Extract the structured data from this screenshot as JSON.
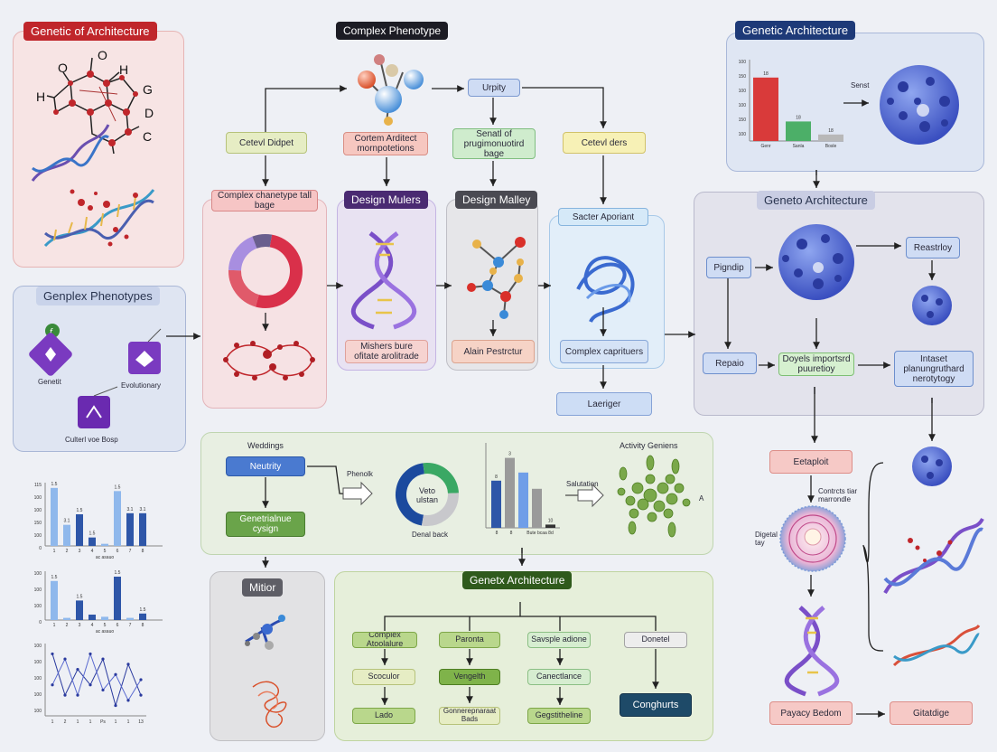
{
  "titles": {
    "top_left": "Genetic of Architecture",
    "complex_phenotype": "Complex Phenotype",
    "top_right": "Genetic Architecture",
    "left_mid": "Genplex Phenotypes",
    "right_mid": "Geneto Architecture",
    "bottom_center": "Genetx Architecture",
    "design_mulers": "Design Mulers",
    "design_malley": "Design Malley",
    "mitior": "Mitior"
  },
  "molecule_letters": [
    "O",
    "O",
    "H",
    "H",
    "G",
    "D",
    "C"
  ],
  "top_flow": {
    "cetevl_didpet": "Cetevl Didpet",
    "cortem": "Cortem Arditect mornpotetions",
    "urpity": "Urpity",
    "senati": "Senatl of prugimonuotird bage",
    "cetevl_ders": "Cetevl ders",
    "complex_chanetype": "Complex chanetype tall bage",
    "sacter": "Sacter Aporiant",
    "mishers": "Mishers bure ofitate arolitrade",
    "alain": "Alain Pestrctur",
    "complex_caprituers": "Complex caprituers",
    "laeriger": "Laeriger"
  },
  "left_mid": {
    "genetit": "Genetit",
    "evolutionary": "Evolutionary",
    "culterl": "Culterl voe Bosp"
  },
  "right_mid": {
    "pigndip": "Pigndip",
    "reastrloy": "Reastrloy",
    "repaio": "Repaio",
    "doyels": "Doyels importsrd puuretioy",
    "intaset": "Intaset planungruthard nerotytogy"
  },
  "top_right_chart": {
    "legend": "Senst",
    "ytick": [
      "100",
      "150",
      "100",
      "100",
      "150",
      "100"
    ],
    "bars": [
      {
        "label": "Genr",
        "value": 78,
        "color": "#d93a3a",
        "tag": "18"
      },
      {
        "label": "Sanla",
        "value": 24,
        "color": "#4caf68",
        "tag": "18"
      },
      {
        "label": "Bosle",
        "value": 8,
        "color": "#b8b8b8",
        "tag": "18"
      }
    ]
  },
  "bottom_left_charts": {
    "bar1_yt": [
      "115",
      "100",
      "100",
      "150",
      "100",
      "0"
    ],
    "bar1_values": [
      {
        "v": 55,
        "c": "#8fb8ec",
        "t": "1.5"
      },
      {
        "v": 20,
        "c": "#8fb8ec",
        "t": "3.1"
      },
      {
        "v": 30,
        "c": "#2e56a8",
        "t": "1.5"
      },
      {
        "v": 8,
        "c": "#2e56a8",
        "t": "1.5"
      },
      {
        "v": 2,
        "c": "#8fb8ec",
        "t": ""
      },
      {
        "v": 52,
        "c": "#8fb8ec",
        "t": "1.5"
      },
      {
        "v": 31,
        "c": "#2e56a8",
        "t": "3.1"
      },
      {
        "v": 31,
        "c": "#2e56a8",
        "t": "3.1"
      }
    ],
    "bar1_caption": "ac asauo",
    "bar2_yt": [
      "100",
      "100",
      "100",
      "0"
    ],
    "bar2_values": [
      {
        "v": 36,
        "c": "#8fb8ec",
        "t": "1.5"
      },
      {
        "v": 2,
        "c": "#8fb8ec",
        "t": ""
      },
      {
        "v": 18,
        "c": "#2e56a8",
        "t": "1.5"
      },
      {
        "v": 5,
        "c": "#2e56a8",
        "t": ""
      },
      {
        "v": 3,
        "c": "#8fb8ec",
        "t": ""
      },
      {
        "v": 40,
        "c": "#2e56a8",
        "t": "1.5"
      },
      {
        "v": 2,
        "c": "#8fb8ec",
        "t": ""
      },
      {
        "v": 6,
        "c": "#2e56a8",
        "t": "1.5"
      }
    ],
    "bar2_caption": "ac asauo",
    "line_yt": [
      "100",
      "100",
      "100",
      "100",
      "100"
    ],
    "line_x": [
      "1",
      "2",
      "1",
      "1",
      "Ps",
      "1",
      "1",
      "13"
    ],
    "line_series": [
      {
        "points": [
          [
            0,
            60
          ],
          [
            1,
            20
          ],
          [
            2,
            45
          ],
          [
            3,
            30
          ],
          [
            4,
            55
          ],
          [
            5,
            10
          ],
          [
            6,
            50
          ],
          [
            7,
            20
          ]
        ]
      },
      {
        "points": [
          [
            0,
            30
          ],
          [
            1,
            55
          ],
          [
            2,
            20
          ],
          [
            3,
            60
          ],
          [
            4,
            25
          ],
          [
            5,
            40
          ],
          [
            6,
            15
          ],
          [
            7,
            35
          ]
        ]
      }
    ]
  },
  "middle_section": {
    "weddings": "Weddings",
    "neutrity": "Neutrity",
    "genetrialnue": "Genetrialnue cysign",
    "phenolk": "Phenolk",
    "donut_center": "Veto ulstan",
    "donut_label": "Denal back",
    "salutation": "Salutation",
    "activity": "Activity Geniens",
    "a_label": "A",
    "bars": [
      {
        "v": 58,
        "c": "#2e56a8",
        "t": "8"
      },
      {
        "v": 86,
        "c": "#9a9a9a",
        "t": "3"
      },
      {
        "v": 68,
        "c": "#6f9ee8",
        "t": ""
      },
      {
        "v": 48,
        "c": "#9a9a9a",
        "t": ""
      },
      {
        "v": 4,
        "c": "#333",
        "t": "10"
      }
    ],
    "bar_xt": [
      "8",
      "8",
      "Bute bcaa 8d"
    ]
  },
  "bottom_center": {
    "l1": "Complex Atoolalure",
    "l2": "Paronta",
    "l3": "Savsple adione",
    "l4": "Donetel",
    "m1": "Scoculor",
    "m2": "Vengelth",
    "m3": "Canectlance",
    "b1": "Lado",
    "b2": "Gonnerepnaraat Bads",
    "b3": "Gegstitheline",
    "b4": "Conghurts"
  },
  "right_bottom": {
    "eetaploit": "Eetaploit",
    "contrcts": "Contrcts tiar marrondle",
    "digetal": "Digetal tay",
    "payacy": "Payacy Bedom",
    "gitatdige": "Gitatdige"
  }
}
